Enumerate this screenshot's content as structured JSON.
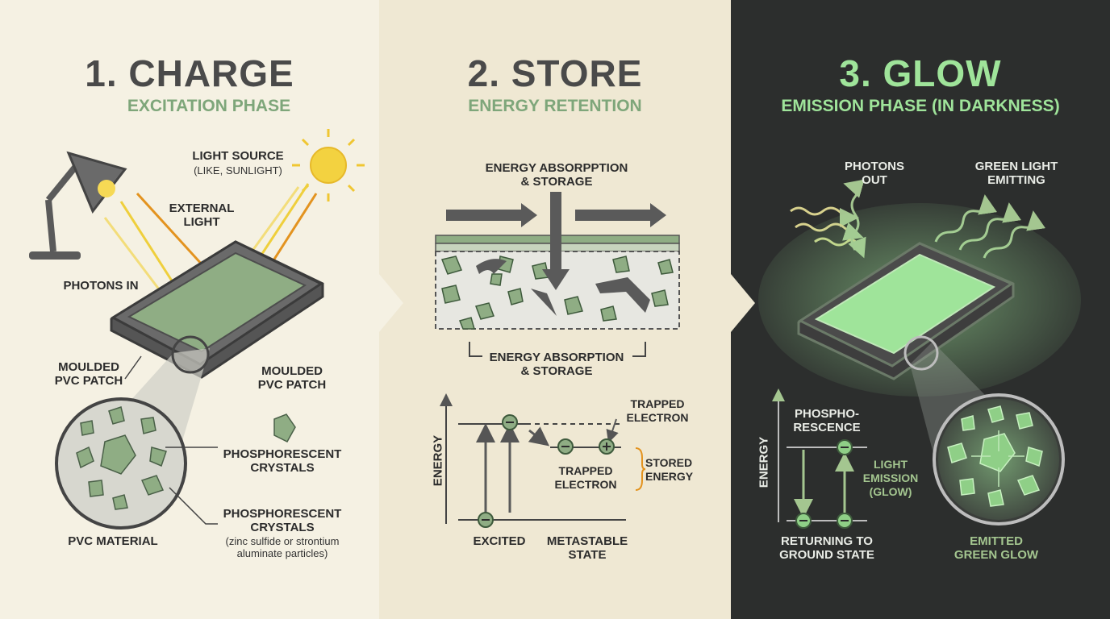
{
  "colors": {
    "panel1_bg": "#f5f1e3",
    "panel2_bg": "#efe8d3",
    "panel3_bg": "#2c2e2d",
    "accent_green": "#7ea67a",
    "glow_green": "#9fe49a",
    "arrow_orange": "#e3931f",
    "arrow_yellow": "#f2d24b",
    "dark_gray": "#4a4a4a"
  },
  "charge": {
    "title": "1. CHARGE",
    "subtitle": "EXCITATION PHASE",
    "light_source": "LIGHT SOURCE",
    "light_source_note": "(LIKE, SUNLIGHT)",
    "external_light": "EXTERNAL\nLIGHT",
    "photons_in": "PHOTONS IN",
    "moulded_left": "MOULDED\nPVC PATCH",
    "moulded_right": "MOULDED\nPVC PATCH",
    "crystals_1": "PHOSPHORESCENT\nCRYSTALS",
    "crystals_2": "PHOSPHORESCENT\nCRYSTALS",
    "crystals_note": "(zinc sulfide or strontium\naluminate particles)",
    "pvc_material": "PVC MATERIAL",
    "icons": [
      "desk-lamp-icon",
      "sun-icon"
    ]
  },
  "store": {
    "title": "2. STORE",
    "subtitle": "ENERGY RETENTION",
    "absorption_top": "ENERGY ABSORPPTION\n& STORAGE",
    "absorption_bottom": "ENERGY ABSORPTION\n& STORAGE",
    "energy_axis": "ENERGY",
    "trapped_top": "TRAPPED\nELECTRON",
    "trapped_mid": "TRAPPED\nELECTRON",
    "stored_energy": "STORED\nENERGY",
    "excited": "EXCITED",
    "metastable": "METASTABLE\nSTATE"
  },
  "glow": {
    "title": "3. GLOW",
    "subtitle": "EMISSION PHASE (IN DARKNESS)",
    "photons_out": "PHOTONS\nOUT",
    "green_light": "GREEN LIGHT\nEMITTING",
    "energy_axis": "ENERGY",
    "phosphorescence": "PHOSPHO-\nRESCENCE",
    "light_emission": "LIGHT\nEMISSION\n(GLOW)",
    "returning": "RETURNING TO\nGROUND STATE",
    "emitted": "EMITTED\nGREEN GLOW",
    "icons": [
      "moon-icon"
    ]
  }
}
